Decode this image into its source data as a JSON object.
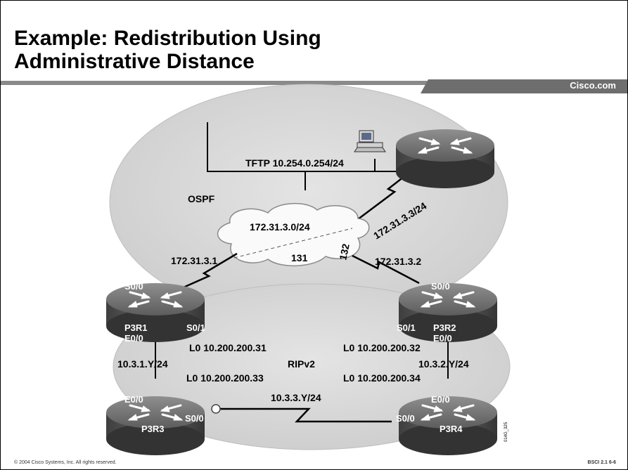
{
  "title": {
    "line1": "Example: Redistribution Using",
    "line2": "Administrative Distance"
  },
  "brand": "Cisco.com",
  "footer": {
    "copyright": "© 2004 Cisco Systems, Inc. All rights reserved.",
    "course": "BSCI 2.1    6-6"
  },
  "diagram": {
    "ospf_label": "OSPF",
    "ripv2_label": "RIPv2",
    "tftp_label": "TFTP 10.254.0.254/24",
    "cloud": {
      "subnet": "172.31.3.0/24",
      "dlci_131": "131",
      "dlci_132": "132"
    },
    "links": {
      "p3r1_serial": "172.31.3.1",
      "p3r2_serial": "172.31.3.2",
      "hub_serial": "172.31.3.3/24",
      "p3r1_e00": "10.3.1.Y/24",
      "p3r2_e00": "10.3.2.Y/24",
      "r3_r4": "10.3.3.Y/24"
    },
    "loopbacks": {
      "l0_31": "L0 10.200.200.31",
      "l0_32": "L0 10.200.200.32",
      "l0_33": "L0 10.200.200.33",
      "l0_34": "L0 10.200.200.34"
    },
    "routers": {
      "p3r1": {
        "name": "P3R1",
        "s00": "S0/0",
        "s01": "S0/1",
        "e00": "E0/0"
      },
      "p3r2": {
        "name": "P3R2",
        "s00": "S0/0",
        "s01": "S0/1",
        "e00": "E0/0"
      },
      "p3r3": {
        "name": "P3R3",
        "e00": "E0/0",
        "s00": "S0/0"
      },
      "p3r4": {
        "name": "P3R4",
        "e00": "E0/0",
        "s00": "S0/0"
      }
    },
    "figure_code": "014G_325"
  }
}
